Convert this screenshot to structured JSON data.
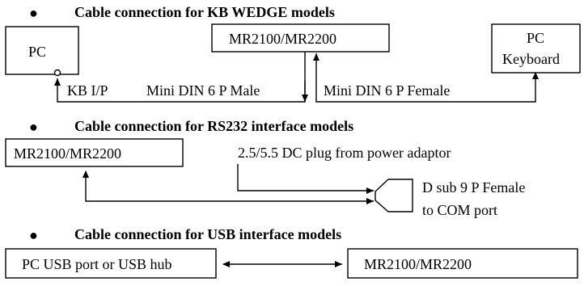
{
  "sections": [
    {
      "heading": "Cable connection for KB WEDGE models",
      "pc_label": "PC",
      "device_label": "MR2100/MR2200",
      "keyboard_label_line1": "PC",
      "keyboard_label_line2": "Keyboard",
      "kb_input_label": "KB I/P",
      "male_cable_label": "Mini DIN 6 P Male",
      "female_cable_label": "Mini DIN 6 P Female"
    },
    {
      "heading": "Cable connection for RS232 interface models",
      "device_label": "MR2100/MR2200",
      "power_label": "2.5/5.5 DC plug from power adaptor",
      "dsub_label_line1": "D sub 9 P Female",
      "dsub_label_line2": "to COM port"
    },
    {
      "heading": "Cable connection for USB interface models",
      "host_label": "PC USB port or USB hub",
      "device_label": "MR2100/MR2200"
    }
  ],
  "bullet": "●"
}
